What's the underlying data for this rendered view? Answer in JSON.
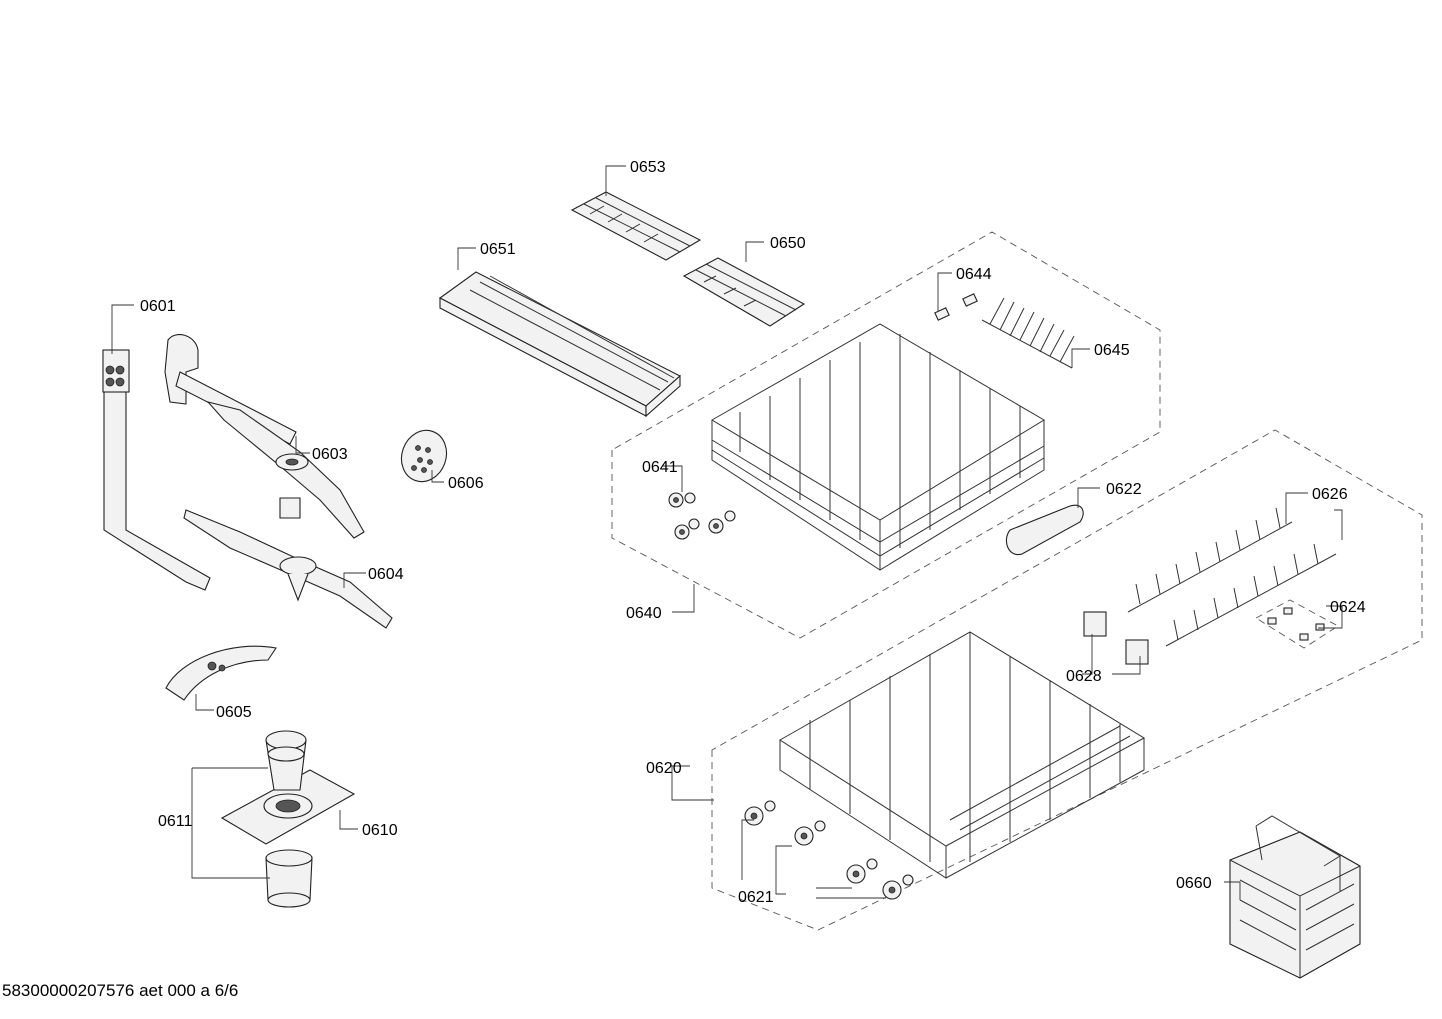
{
  "parts": [
    {
      "id": "p0601",
      "label": "0601"
    },
    {
      "id": "p0603",
      "label": "0603"
    },
    {
      "id": "p0604",
      "label": "0604"
    },
    {
      "id": "p0605",
      "label": "0605"
    },
    {
      "id": "p0606",
      "label": "0606"
    },
    {
      "id": "p0610",
      "label": "0610"
    },
    {
      "id": "p0611",
      "label": "0611"
    },
    {
      "id": "p0620",
      "label": "0620"
    },
    {
      "id": "p0621",
      "label": "0621"
    },
    {
      "id": "p0622",
      "label": "0622"
    },
    {
      "id": "p0624",
      "label": "0624"
    },
    {
      "id": "p0626",
      "label": "0626"
    },
    {
      "id": "p0628",
      "label": "0628"
    },
    {
      "id": "p0640",
      "label": "0640"
    },
    {
      "id": "p0641",
      "label": "0641"
    },
    {
      "id": "p0644",
      "label": "0644"
    },
    {
      "id": "p0645",
      "label": "0645"
    },
    {
      "id": "p0650",
      "label": "0650"
    },
    {
      "id": "p0651",
      "label": "0651"
    },
    {
      "id": "p0653",
      "label": "0653"
    },
    {
      "id": "p0660",
      "label": "0660"
    }
  ],
  "footer": "58300000207576 aet 000 a 6/6"
}
